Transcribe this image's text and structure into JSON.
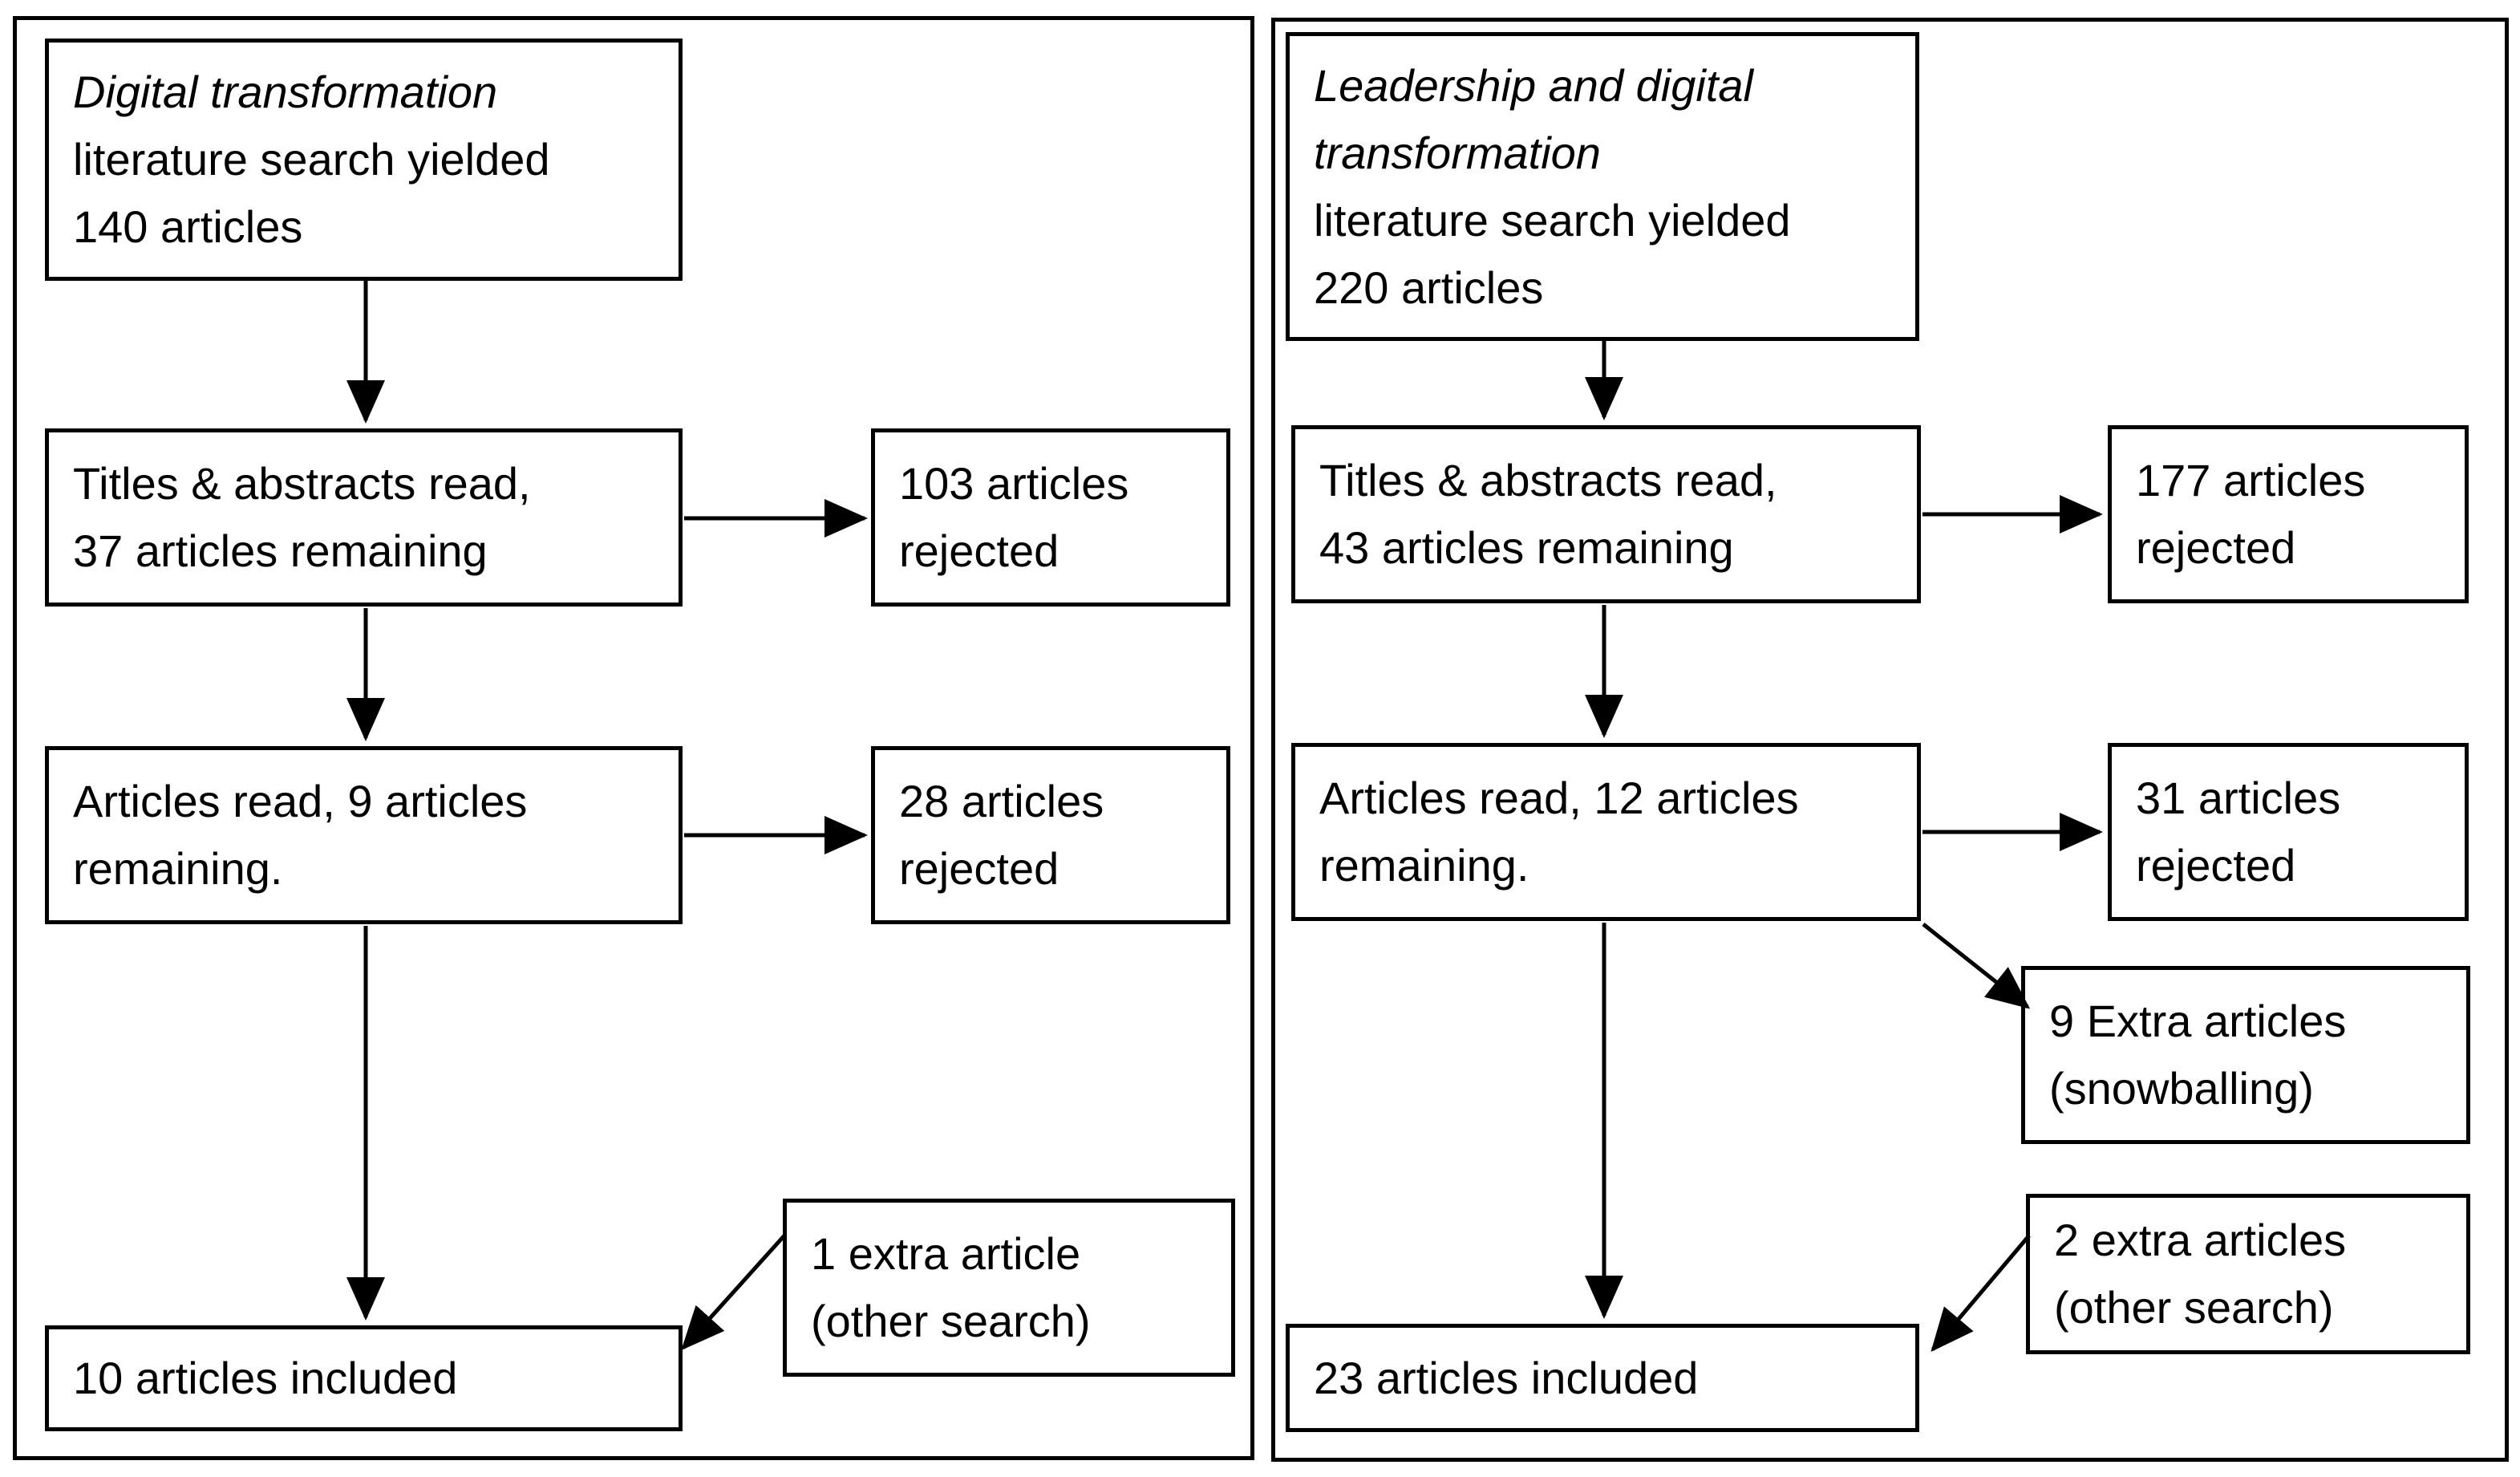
{
  "left": {
    "source_term": "Digital transformation",
    "source_rest": "\nliterature search yielded\n140 articles",
    "titles": "Titles & abstracts read,\n37 articles remaining",
    "titles_rejected": "103 articles\nrejected",
    "read": "Articles read, 9 articles\nremaining.",
    "read_rejected": "28 articles\nrejected",
    "included": "10 articles included",
    "extra": "1 extra article\n(other search)"
  },
  "right": {
    "source_term": "Leadership and digital\ntransformation",
    "source_rest": "\nliterature search yielded\n220 articles",
    "titles": "Titles & abstracts read,\n43 articles remaining",
    "titles_rejected": "177 articles\nrejected",
    "read": "Articles read, 12 articles\nremaining.",
    "read_rejected": "31 articles\nrejected",
    "snowballing": "9 Extra articles\n(snowballing)",
    "included": "23 articles included",
    "extra": "2 extra articles\n(other search)"
  },
  "colors": {
    "line": "#000000",
    "background": "#ffffff"
  }
}
